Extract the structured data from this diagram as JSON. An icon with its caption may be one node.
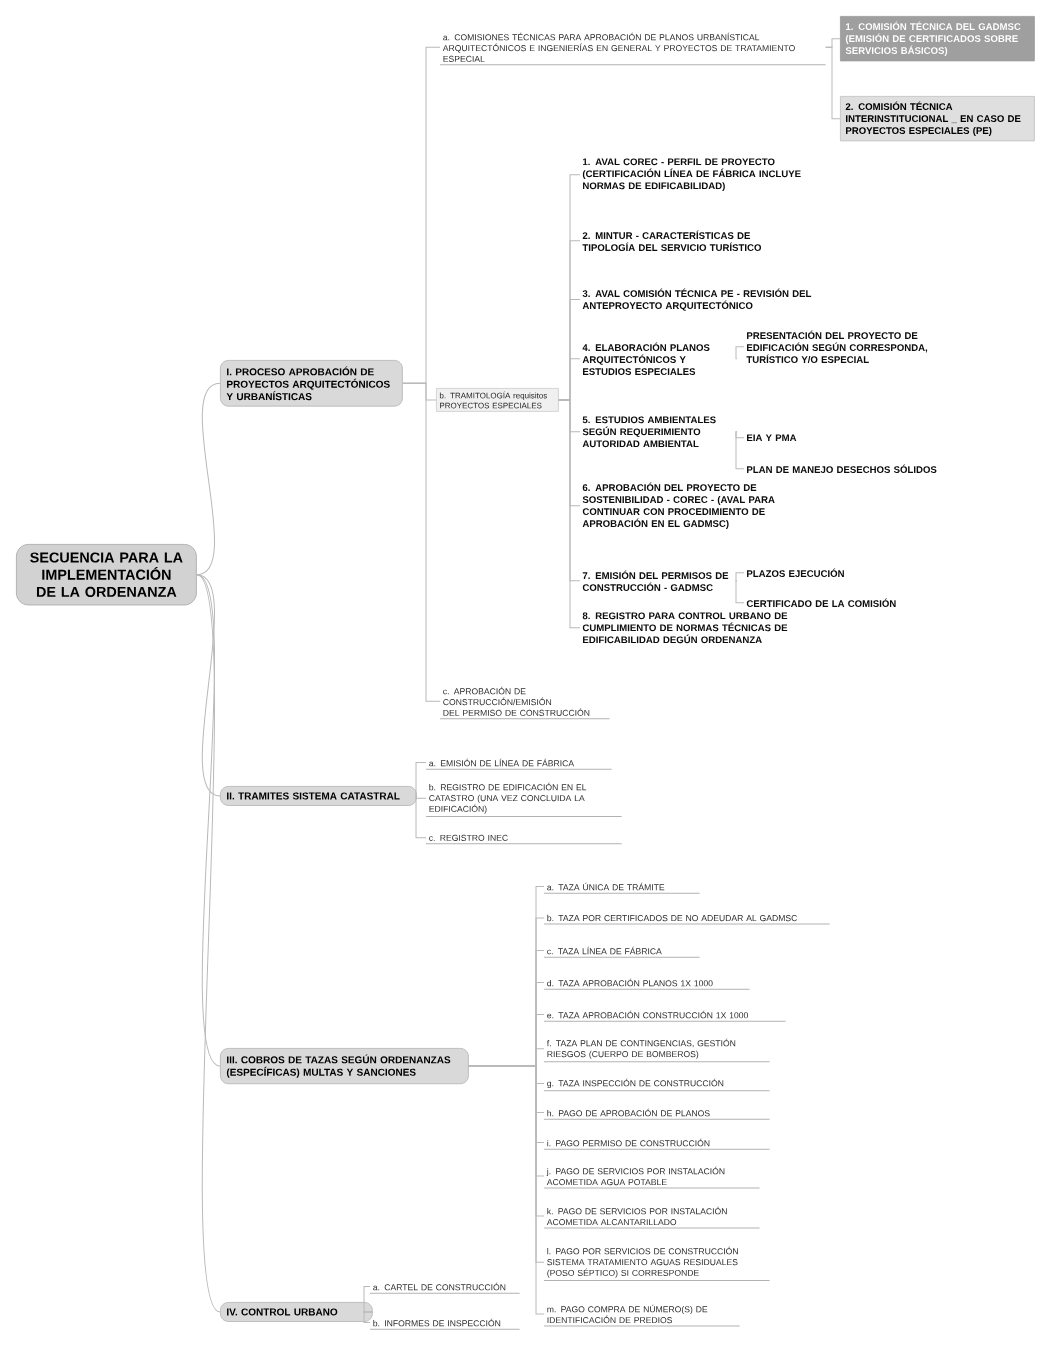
{
  "diagram": {
    "nodes": [
      {
        "text": [
          "SECUENCIA PARA LA IMPLEMENTACIÓN DE LA ORDENANZA"
        ]
      },
      {
        "text": [
          "I. PROCESO APROBACIÓN DE PROYECTOS ARQUITECTÓNICOS Y URBANÍSTICAS"
        ]
      },
      {
        "text": [
          "a. COMISIONES TÉCNICAS PARA APROBACIÓN DE PLANOS URBANÍSTICAL ARQUITECTÓNICOS E INGENIERÍAS EN GENERAL Y PROYECTOS DE TRATAMIENTO ESPECIAL"
        ]
      },
      {
        "text": [
          "1. COMISIÓN TÉCNICA DEL GADMSC (EMISIÓN DE CERTIFICADOS SOBRE SERVICIOS BÁSICOS)"
        ]
      },
      {
        "text": [
          "2. COMISIÓN TÉCNICA INTERINSTITUCIONAL _ EN CASO DE PROYECTOS ESPECIALES (PE)"
        ]
      },
      {
        "text": [
          "b. TRAMITOLOGÍA requisitos PROYECTOS ESPECIALES"
        ]
      },
      {
        "text": [
          "1. AVAL COREC - PERFIL DE PROYECTO (CERTIFICACIÓN LÍNEA DE FÁBRICA INCLUYE NORMAS DE EDIFICABILIDAD)"
        ]
      },
      {
        "text": [
          "2. MINTUR - CARACTERÍSTICAS DE TIPOLOGÍA DEL SERVICIO TURÍSTICO"
        ]
      },
      {
        "text": [
          "3. AVAL COMISIÓN TÉCNICA PE - REVISIÓN DEL ANTEPROYECTO ARQUITECTÓNICO"
        ]
      },
      {
        "text": [
          "4. ELABORACIÓN PLANOS ARQUITECTÓNICOS Y ESTUDIOS ESPECIALES"
        ]
      },
      {
        "text": [
          "PRESENTACIÓN DEL PROYECTO DE EDIFICACIÓN SEGÚN CORRESPONDA, TURÍSTICO Y/O ESPECIAL"
        ]
      },
      {
        "text": [
          "5. ESTUDIOS AMBIENTALES SEGÚN REQUERIMIENTO AUTORIDAD AMBIENTAL"
        ]
      },
      {
        "text": [
          "EIA Y PMA"
        ]
      },
      {
        "text": [
          "PLAN DE MANEJO DESECHOS SÓLIDOS"
        ]
      },
      {
        "text": [
          "6. APROBACIÓN DEL PROYECTO DE SOSTENIBILIDAD - COREC - (AVAL PARA CONTINUAR CON PROCEDIMIENTO DE APROBACIÓN EN EL GADMSC)"
        ]
      },
      {
        "text": [
          "7. EMISIÓN DEL PERMISOS DE CONSTRUCCIÓN - GADMSC"
        ]
      },
      {
        "text": [
          "PLAZOS EJECUCIÓN"
        ]
      },
      {
        "text": [
          "CERTIFICADO DE LA COMISIÓN"
        ]
      },
      {
        "text": [
          "8. REGISTRO PARA CONTROL URBANO DE CUMPLIMIENTO DE NORMAS TÉCNICAS DE EDIFICABILIDAD DEGÚN ORDENANZA"
        ]
      },
      {
        "text": [
          "c. APROBACIÓN DE CONSTRUCCIÓN/EMISIÓN DEL PERMISO DE CONSTRUCCIÓN"
        ]
      },
      {
        "text": [
          "II. TRAMITES SISTEMA CATASTRAL"
        ]
      },
      {
        "text": [
          "a. EMISIÓN DE LÍNEA DE FÁBRICA"
        ]
      },
      {
        "text": [
          "b. REGISTRO DE EDIFICACIÓN EN EL CATASTRO (UNA VEZ CONCLUIDA LA EDIFICACIÓN)"
        ]
      },
      {
        "text": [
          "c. REGISTRO INEC"
        ]
      },
      {
        "text": [
          "III. COBROS DE TAZAS SEGÚN ORDENANZAS (ESPECÍFICAS) MULTAS Y SANCIONES"
        ]
      },
      {
        "text": [
          "a. TAZA ÚNICA DE TRÁMITE"
        ]
      },
      {
        "text": [
          "b. TAZA POR CERTIFICADOS DE NO ADEUDAR AL GADMSC"
        ]
      },
      {
        "text": [
          "c. TAZA LÍNEA DE FÁBRICA"
        ]
      },
      {
        "text": [
          "d. TAZA APROBACIÓN PLANOS 1X 1000"
        ]
      },
      {
        "text": [
          "e. TAZA APROBACIÓN CONSTRUCCIÓN 1X 1000"
        ]
      },
      {
        "text": [
          "f. TAZA PLAN DE CONTINGENCIAS, GESTIÓN RIESGOS (CUERPO DE BOMBEROS)"
        ]
      },
      {
        "text": [
          "g. TAZA INSPECCIÓN DE CONSTRUCCIÓN"
        ]
      },
      {
        "text": [
          "h. PAGO DE APROBACIÓN DE PLANOS"
        ]
      },
      {
        "text": [
          "i. PAGO PERMISO DE CONSTRUCCIÓN"
        ]
      },
      {
        "text": [
          "j. PAGO DE SERVICIOS POR INSTALACIÓN ACOMETIDA AGUA POTABLE"
        ]
      },
      {
        "text": [
          "k. PAGO DE SERVICIOS POR INSTALACIÓN ACOMETIDA ALCANTARILLADO"
        ]
      },
      {
        "text": [
          "l. PAGO POR SERVICIOS DE CONSTRUCCIÓN SISTEMA TRATAMIENTO AGUAS RESIDUALES (POSO SÉPTICO) SI CORRESPONDE"
        ]
      },
      {
        "text": [
          "m. PAGO COMPRA DE NÚMERO(S) DE IDENTIFICACIÓN DE PREDIOS"
        ]
      },
      {
        "text": [
          "IV. CONTROL URBANO"
        ]
      },
      {
        "text": [
          "a. CARTEL DE CONSTRUCCIÓN"
        ]
      },
      {
        "text": [
          "b. INFORMES DE INSPECCIÓN"
        ]
      }
    ],
    "edges": [
      {
        "from": 0,
        "to": 1,
        "arrow": "none"
      },
      {
        "from": 0,
        "to": 20,
        "arrow": "none"
      },
      {
        "from": 0,
        "to": 24,
        "arrow": "none"
      },
      {
        "from": 0,
        "to": 38,
        "arrow": "none"
      },
      {
        "from": 1,
        "to": 2,
        "arrow": "none"
      },
      {
        "from": 1,
        "to": 5,
        "arrow": "none"
      },
      {
        "from": 1,
        "to": 19,
        "arrow": "none"
      },
      {
        "from": 2,
        "to": 3,
        "arrow": "none"
      },
      {
        "from": 2,
        "to": 4,
        "arrow": "none"
      },
      {
        "from": 5,
        "to": 6,
        "arrow": "none"
      },
      {
        "from": 5,
        "to": 7,
        "arrow": "none"
      },
      {
        "from": 5,
        "to": 8,
        "arrow": "none"
      },
      {
        "from": 5,
        "to": 9,
        "arrow": "none"
      },
      {
        "from": 5,
        "to": 11,
        "arrow": "none"
      },
      {
        "from": 5,
        "to": 14,
        "arrow": "none"
      },
      {
        "from": 5,
        "to": 15,
        "arrow": "none"
      },
      {
        "from": 5,
        "to": 18,
        "arrow": "none"
      },
      {
        "from": 9,
        "to": 10,
        "arrow": "none"
      },
      {
        "from": 11,
        "to": 12,
        "arrow": "none"
      },
      {
        "from": 11,
        "to": 13,
        "arrow": "none"
      },
      {
        "from": 15,
        "to": 16,
        "arrow": "none"
      },
      {
        "from": 15,
        "to": 17,
        "arrow": "none"
      },
      {
        "from": 20,
        "to": 21,
        "arrow": "none"
      },
      {
        "from": 20,
        "to": 22,
        "arrow": "none"
      },
      {
        "from": 20,
        "to": 23,
        "arrow": "none"
      },
      {
        "from": 24,
        "to": 25,
        "arrow": "none"
      },
      {
        "from": 24,
        "to": 26,
        "arrow": "none"
      },
      {
        "from": 24,
        "to": 27,
        "arrow": "none"
      },
      {
        "from": 24,
        "to": 28,
        "arrow": "none"
      },
      {
        "from": 24,
        "to": 29,
        "arrow": "none"
      },
      {
        "from": 24,
        "to": 30,
        "arrow": "none"
      },
      {
        "from": 24,
        "to": 31,
        "arrow": "none"
      },
      {
        "from": 24,
        "to": 32,
        "arrow": "none"
      },
      {
        "from": 24,
        "to": 33,
        "arrow": "none"
      },
      {
        "from": 24,
        "to": 34,
        "arrow": "none"
      },
      {
        "from": 24,
        "to": 35,
        "arrow": "none"
      },
      {
        "from": 24,
        "to": 36,
        "arrow": "none"
      },
      {
        "from": 24,
        "to": 37,
        "arrow": "none"
      },
      {
        "from": 38,
        "to": 39,
        "arrow": "none"
      },
      {
        "from": 38,
        "to": 40,
        "arrow": "none"
      }
    ]
  }
}
